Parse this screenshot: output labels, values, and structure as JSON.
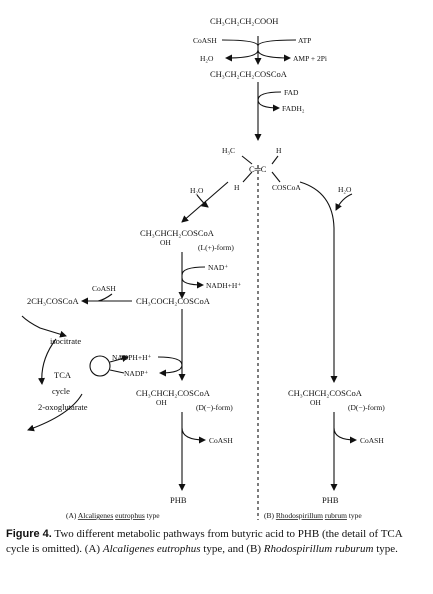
{
  "compounds": {
    "butyric_acid": "CH₃CH₂CH₂COOH",
    "butyryl_coa": "CH₃CH₂CH₂COSCoA",
    "crotonyl_h3c": "H₃C",
    "crotonyl_h_top": "H",
    "crotonyl_cc": "C═C",
    "crotonyl_h_bottom": "H",
    "crotonyl_coscoa": "COSCoA",
    "hydroxy_a": "CH₃CHCH₂COSCoA",
    "hydroxy_a_oh": "OH",
    "l_form": "(L(+)-form)",
    "acetoacetyl": "CH₃COCH₂COSCoA",
    "acetyl": "2CH₃COSCoA",
    "hydroxy_d": "CH₃CHCH₂COSCoA",
    "hydroxy_d_oh": "OH",
    "d_form": "(D(−)-form)",
    "hydroxy_b": "CH₃CHCH₂COSCoA",
    "hydroxy_b_oh": "OH",
    "d_form_b": "(D(−)-form)",
    "isocitrate": "isocitrate",
    "tca": "TCA",
    "cycle": "cycle",
    "oxoglutarate": "2-oxoglutarate",
    "phb_a": "PHB",
    "phb_b": "PHB"
  },
  "cofactors": {
    "coash_1": "CoASH",
    "atp": "ATP",
    "h2o_1": "H₂O",
    "amp": "AMP + 2Pi",
    "fad": "FAD",
    "fadh2": "FADH₂",
    "h2o_2": "H₂O",
    "h2o_3": "H₂O",
    "nad": "NAD⁺",
    "nadh": "NADH+H⁺",
    "coash_2": "CoASH",
    "nadph": "NADPH+H⁺",
    "nadp": "NADP⁺",
    "coash_3": "CoASH",
    "coash_4": "CoASH"
  },
  "pathway_labels": {
    "a_prefix": "(A) ",
    "a_genus": "Alcaligenes",
    "a_species": "eutrophus",
    "a_suffix": " type",
    "b_prefix": "(B) ",
    "b_genus": "Rhodospirillum",
    "b_species": "rubrum",
    "b_suffix": " type"
  },
  "caption": {
    "label": "Figure 4.",
    "text_1": " Two different metabolic pathways from butyric acid to PHB (the detail of TCA cycle is omitted). (A) ",
    "organism_a": "Alcaligenes eutrophus",
    "text_2": " type, and (B) ",
    "organism_b": "Rhodospirillum ruburum",
    "text_3": " type."
  }
}
